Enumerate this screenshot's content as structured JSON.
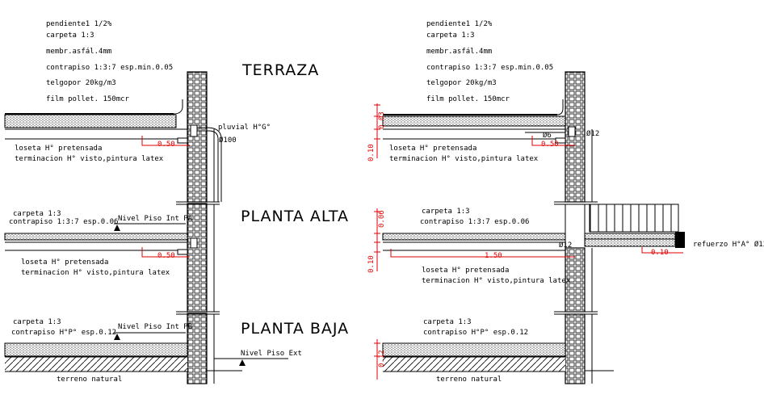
{
  "left": {
    "roof_notes": [
      "pendiente1 1/2%",
      "carpeta 1:3",
      "membr.asfál.4mm",
      "contrapiso 1:3:7 esp.min.0.05",
      "telgopor 20kg/m3",
      "film pollet. 150mcr"
    ],
    "pluvial": "pluvial H°G°",
    "pluvial_diam": "Ø100",
    "dim_terraza": "0.50",
    "terraza_slab_notes": [
      "loseta H° pretensada",
      "terminacion H° visto,pintura latex"
    ],
    "alta_notes": [
      "carpeta 1:3",
      "contrapiso 1:3:7 esp.0.06"
    ],
    "nivel_alta": "Nivel Piso Int PA",
    "dim_alta": "0.50",
    "alta_slab_notes": [
      "loseta H° pretensada",
      "terminacion H° visto,pintura latex"
    ],
    "baja_notes": [
      "carpeta 1:3",
      "contrapiso H°P° esp.0.12"
    ],
    "nivel_baja": "Nivel Piso Int PB",
    "nivel_ext": "Nivel Piso Ext",
    "ground": "terreno natural"
  },
  "titles": {
    "terraza": "TERRAZA",
    "alta": "PLANTA ALTA",
    "baja": "PLANTA BAJA"
  },
  "right": {
    "roof_notes": [
      "pendiente1 1/2%",
      "carpeta 1:3",
      "membr.asfál.4mm",
      "contrapiso 1:3:7 esp.min.0.05",
      "telgopor 20kg/m3",
      "film pollet. 150mcr"
    ],
    "bar_phi6": "Ø6",
    "bar_phi12": "Ø12",
    "dim_terraza": "0.50",
    "dim_terraza_v_a": "0.03",
    "dim_terraza_v_b": "0.10",
    "terraza_slab_notes": [
      "loseta H° pretensada",
      "terminacion H° visto,pintura latex"
    ],
    "alta_notes": [
      "carpeta 1:3",
      "contrapiso 1:3:7 esp.0.06"
    ],
    "dim_alta_v_a": "0.06",
    "dim_alta_v_b": "0.10",
    "bar_alta_phi12": "Ø12",
    "dim_alta": "1.50",
    "dim_balcony": "0.10",
    "refuerzo": "refuerzo H°A° Ø12",
    "alta_slab_notes": [
      "loseta H° pretensada",
      "terminacion H° visto,pintura latex"
    ],
    "baja_notes": [
      "carpeta 1:3",
      "contrapiso H°P° esp.0.12"
    ],
    "dim_baja_v": "0.12",
    "ground": "terreno natural"
  }
}
